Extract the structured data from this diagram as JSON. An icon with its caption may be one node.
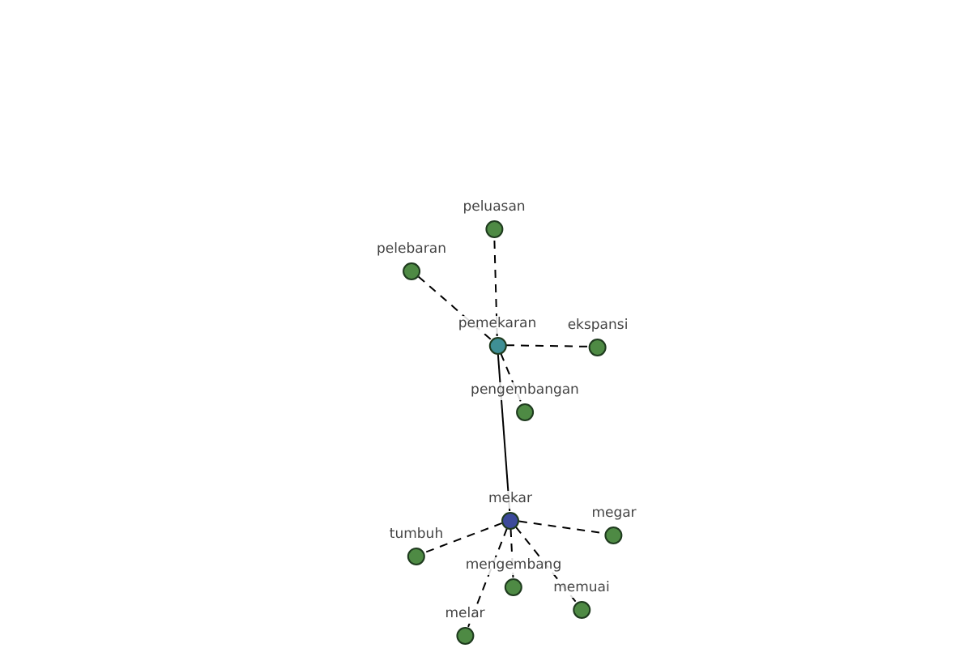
{
  "diagram": {
    "nodes": [
      {
        "text": [
          "peluasan"
        ]
      },
      {
        "text": [
          "pelebaran"
        ]
      },
      {
        "text": [
          "pemekaran"
        ]
      },
      {
        "text": [
          "ekspansi"
        ]
      },
      {
        "text": [
          "pengembangan"
        ]
      },
      {
        "text": [
          "mekar"
        ]
      },
      {
        "text": [
          "megar"
        ]
      },
      {
        "text": [
          "tumbuh"
        ]
      },
      {
        "text": [
          "mengembang"
        ]
      },
      {
        "text": [
          "memuai"
        ]
      },
      {
        "text": [
          "melar"
        ]
      }
    ],
    "edges": [
      {
        "from": 2,
        "to": 0,
        "arrow": "none",
        "style": "dashed"
      },
      {
        "from": 2,
        "to": 1,
        "arrow": "none",
        "style": "dashed"
      },
      {
        "from": 2,
        "to": 3,
        "arrow": "none",
        "style": "dashed"
      },
      {
        "from": 2,
        "to": 4,
        "arrow": "none",
        "style": "dashed"
      },
      {
        "from": 2,
        "to": 5,
        "arrow": "none"
      },
      {
        "from": 5,
        "to": 6,
        "arrow": "none",
        "style": "dashed"
      },
      {
        "from": 5,
        "to": 7,
        "arrow": "none",
        "style": "dashed"
      },
      {
        "from": 5,
        "to": 8,
        "arrow": "none",
        "style": "dashed"
      },
      {
        "from": 5,
        "to": 9,
        "arrow": "none",
        "style": "dashed"
      },
      {
        "from": 5,
        "to": 10,
        "arrow": "none",
        "style": "dashed"
      }
    ]
  }
}
